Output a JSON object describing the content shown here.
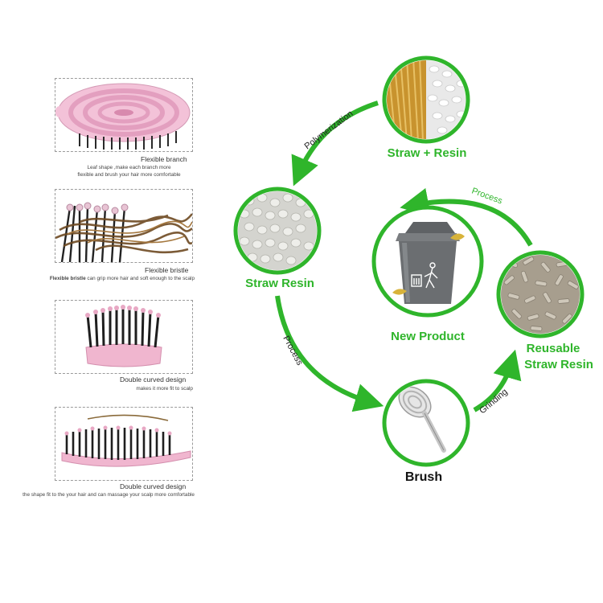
{
  "features": [
    {
      "title": "Flexible branch",
      "desc_lines": [
        "Leaf shape ,make each branch more",
        "flexible and brush your hair more comfortable"
      ]
    },
    {
      "title": "Flexible bristle",
      "desc_bold": "Flexible bristle",
      "desc_rest": " can grip more hair and soft enough to the scalp"
    },
    {
      "title": "Double curved design",
      "desc_lines": [
        "makes it more fit to scalp"
      ]
    },
    {
      "title": "Double curved design",
      "desc_lines": [
        "the shape fit to the your hair and can massage your scalp more comfortable"
      ]
    }
  ],
  "cycle": {
    "nodes": {
      "straw_resin_mix": "Straw + Resin",
      "straw_resin": "Straw Resin",
      "brush": "Brush",
      "reusable_line1": "Reusable",
      "reusable_line2": "Straw Resin",
      "new_product": "New Product"
    },
    "edges": {
      "polymerization": "Polymerization",
      "process_down": "Process",
      "grinding": "Grinding",
      "process_up": "Process"
    }
  },
  "colors": {
    "green": "#2fb52b",
    "pink": "#f0b6cf",
    "bin_gray": "#6b6e71"
  }
}
